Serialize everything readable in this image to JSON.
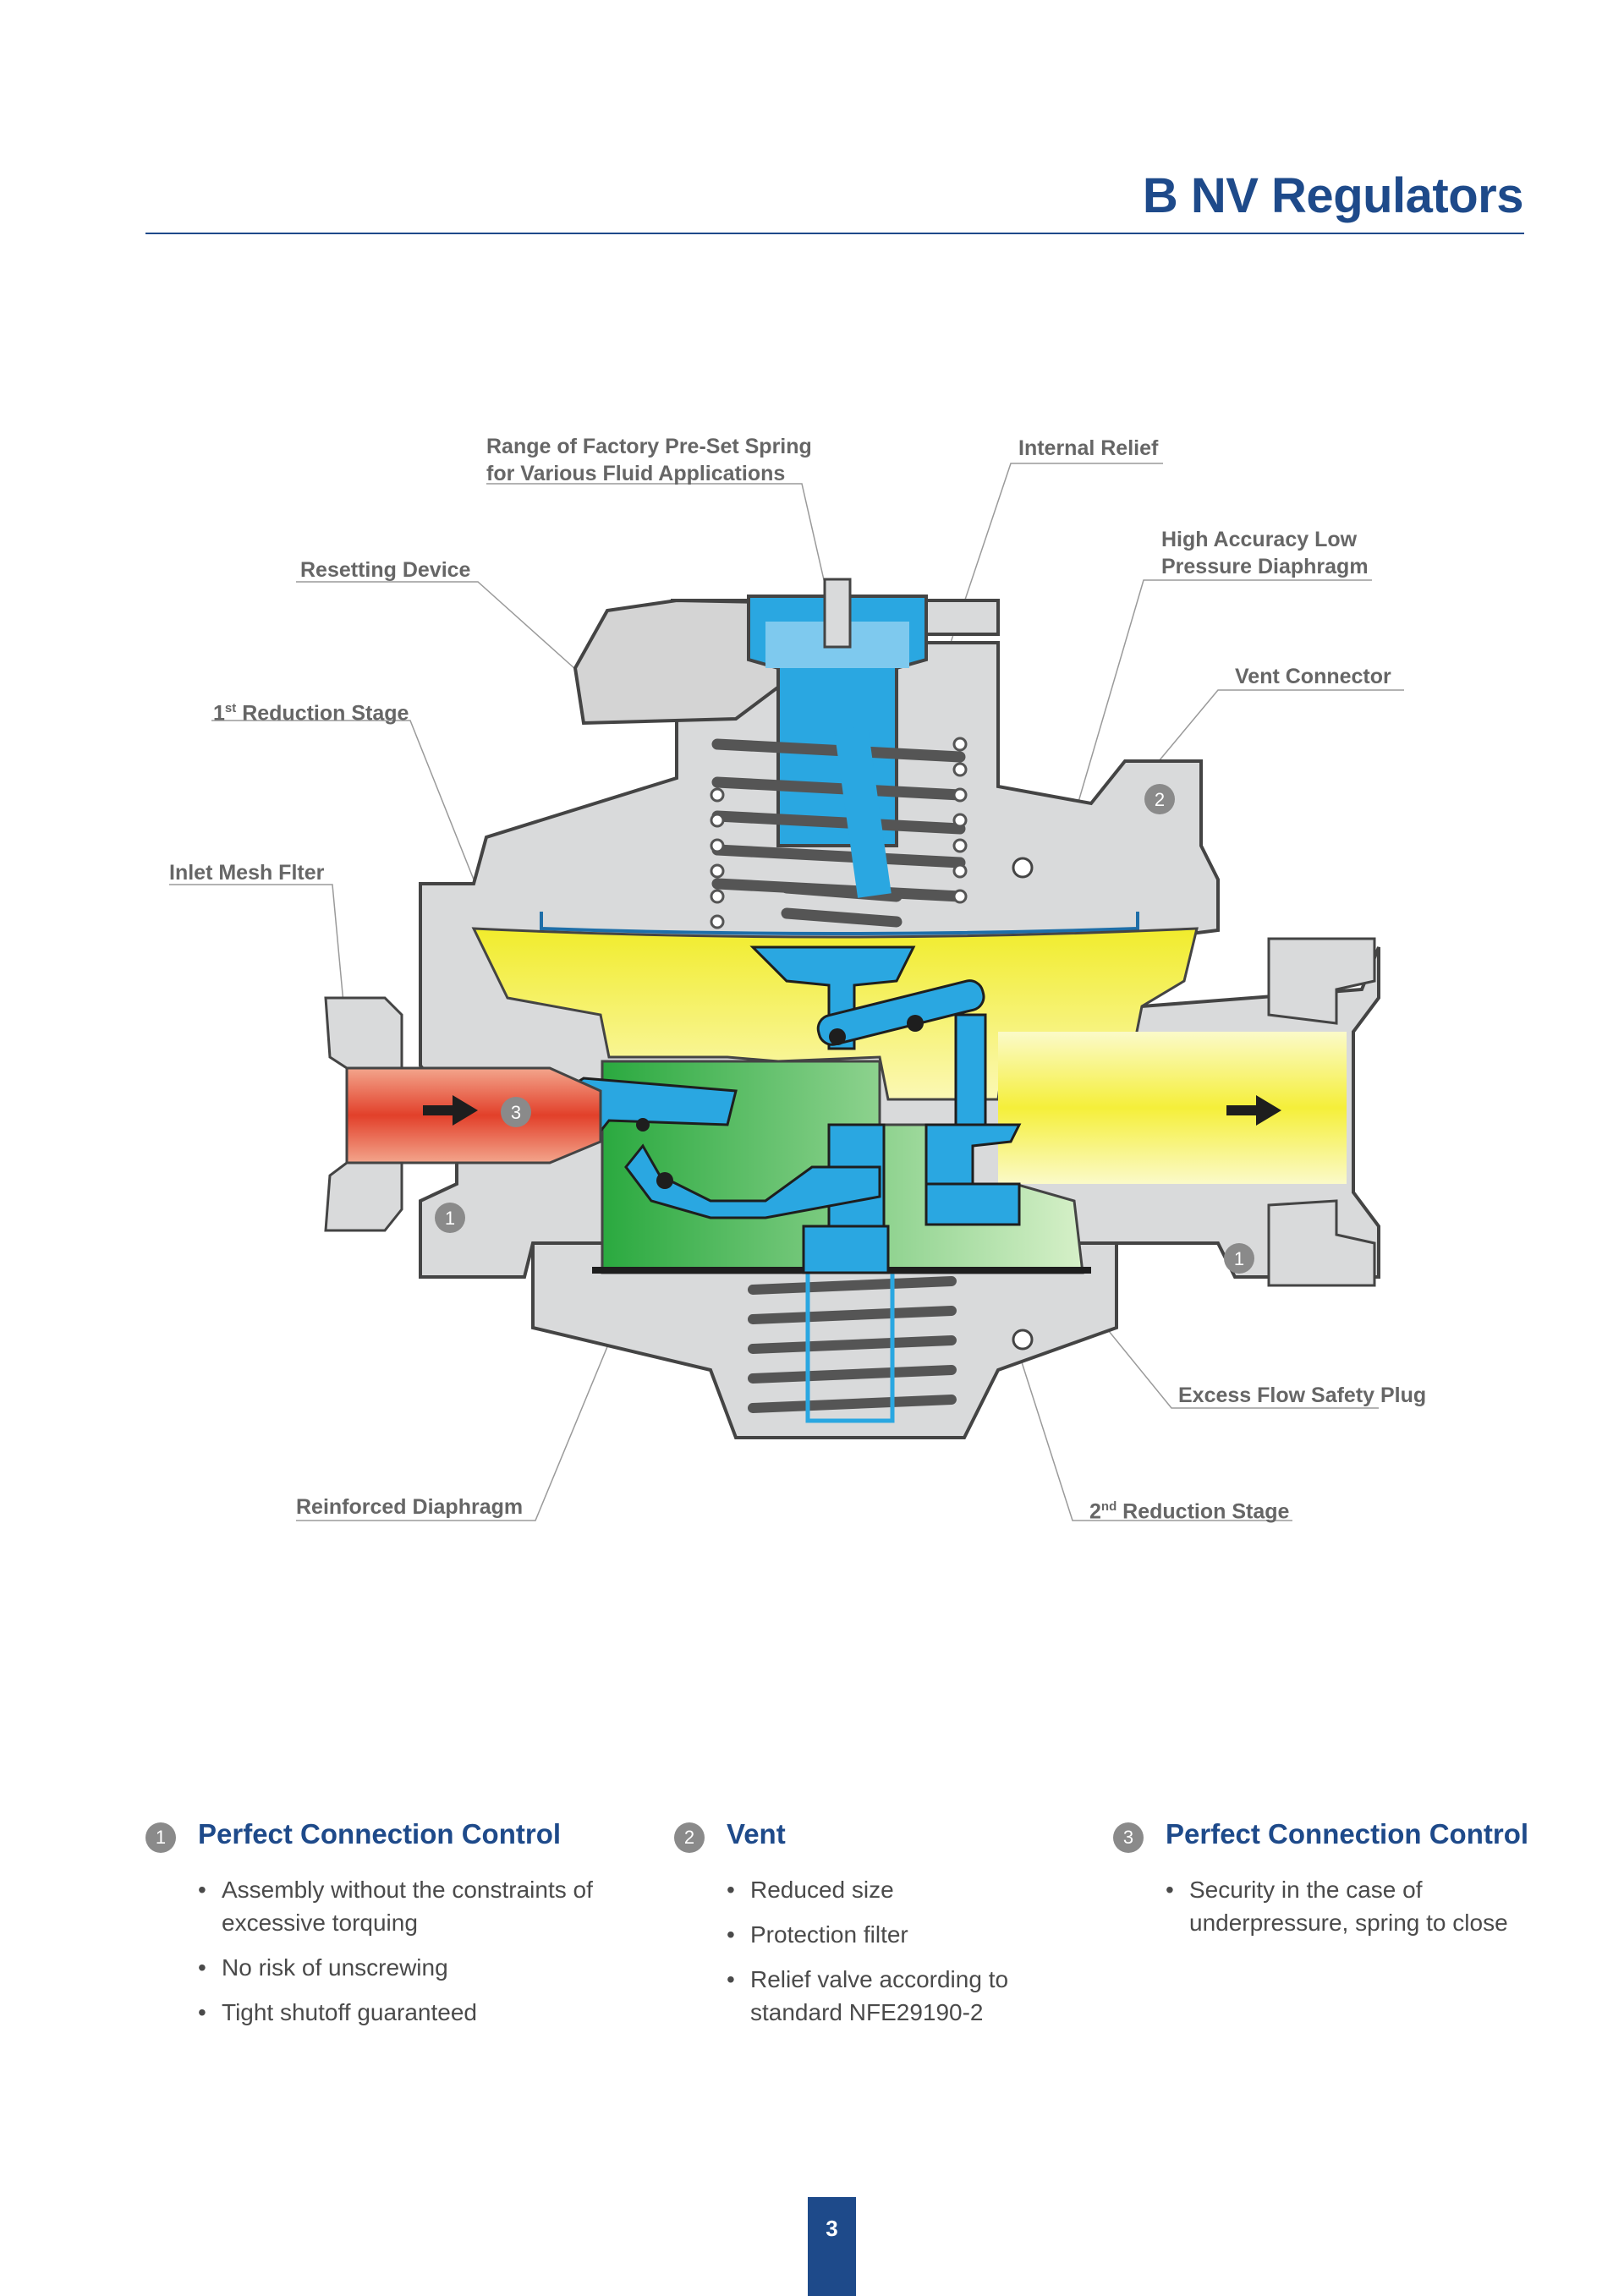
{
  "header": {
    "title": "B NV Regulators"
  },
  "callouts": {
    "spring_line1": "Range of Factory Pre-Set Spring",
    "spring_line2": "for Various Fluid Applications",
    "internal_relief": "Internal Relief",
    "diaphragm_line1": "High Accuracy Low",
    "diaphragm_line2": "Pressure Diaphragm",
    "resetting_device": "Resetting Device",
    "vent_connector": "Vent Connector",
    "first_stage_num": "1",
    "first_stage_sup": "st",
    "first_stage_text": " Reduction Stage",
    "inlet_mesh": "Inlet Mesh Flter",
    "excess_flow": "Excess Flow Safety Plug",
    "reinforced_diaphragm": "Reinforced Diaphragm",
    "second_stage_num": "2",
    "second_stage_sup": "nd",
    "second_stage_text": " Reduction Stage"
  },
  "markers": {
    "inlet_left": "1",
    "outlet_right": "1",
    "vent": "2",
    "filter": "3"
  },
  "colors": {
    "brand_blue": "#1e4a8a",
    "body_gray": "#d9dadb",
    "part_blue": "#2aa7e1",
    "yellow_gas": "#f5f03a",
    "green_gas": "#1fa33a",
    "red_inlet": "#e2402a"
  },
  "features": [
    {
      "num": "1",
      "title": "Perfect Connection Control",
      "items": [
        "Assembly without the constraints of excessive torquing",
        "No risk of unscrewing",
        "Tight shutoff guaranteed"
      ]
    },
    {
      "num": "2",
      "title": "Vent",
      "items": [
        "Reduced size",
        "Protection filter",
        "Relief valve according to standard NFE29190-2"
      ]
    },
    {
      "num": "3",
      "title": "Perfect Connection Control",
      "items": [
        "Security in the case of underpressure, spring to close"
      ]
    }
  ],
  "footer": {
    "page_number": "3"
  }
}
